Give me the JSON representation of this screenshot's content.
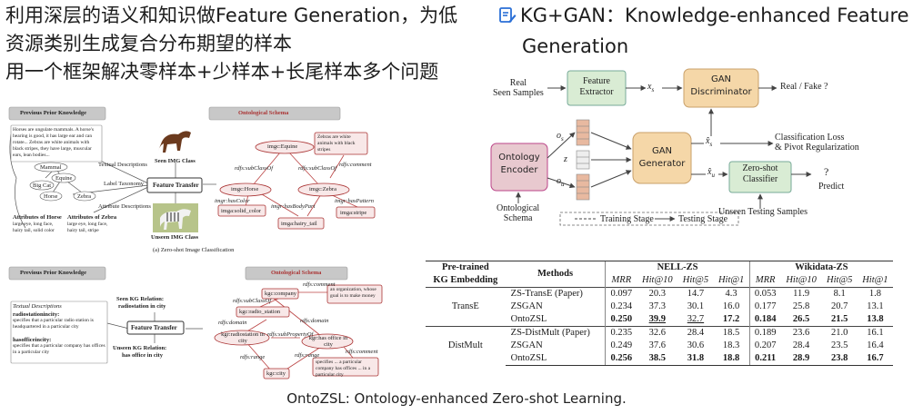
{
  "left_heading": {
    "line1": "利用深层的语义和知识做Feature Generation，为低",
    "line2": "资源类别生成复合分布期望的样本",
    "line3": "用一个框架解决零样本+少样本+长尾样本多个问题"
  },
  "right_heading": {
    "line1": "KG+GAN：Knowledge-enhanced Feature",
    "line2": "Generation"
  },
  "caption": "OntoZSL: Ontology-enhanced Zero-shot Learning.",
  "fig_top": {
    "prior_knowledge": "Previous Prior Knowledge",
    "ontological_schema": "Ontological Schema",
    "text_block": "Horses are ungulate mammals. A horse's hearing is good, it has large ear and can rotate... Zebras are white animals with black stripes, they have large, muscular ears, lean bodies...",
    "textual_descriptions": "Textual Descriptions",
    "label_taxonomy": "Label Taxonomy",
    "attribute_descriptions": "Attribute Descriptions",
    "node_mammal": "Mammal",
    "node_bigcat": "Big Cat",
    "node_equine": "Equine",
    "node_horse": "Horse",
    "node_zebra": "Zebra",
    "attr_horse_title": "Attributes of Horse",
    "attr_horse": "large eye, long face, hairy tail, solid color",
    "attr_zebra_title": "Attributes of Zebra",
    "attr_zebra": "large eye, long face, hairy tail, stripe",
    "seen_class": "Seen IMG Class",
    "unseen_class": "Unseen IMG Class",
    "feature_transfer": "Feature Transfer",
    "zebra_desc": "Zebras are white animals with black stripes",
    "o_equine": "imgc:Equine",
    "o_horse": "imgc:Horse",
    "o_zebra": "imgc:Zebra",
    "o_solid": "imga:solid_color",
    "o_hairy": "imga:hairy_tail",
    "o_stripe": "imga:stripe",
    "e_subclass1": "rdfs:subClassOf",
    "e_subclass2": "rdfs:subClassOf",
    "e_comment": "rdfs:comment",
    "e_hascolor": "imgr:hasColor",
    "e_hasbodypart": "imgr:hasBodyPart",
    "e_haspattern": "imgr:hasPattern",
    "sub_caption": "(a) Zero-shot Image Classification"
  },
  "fig_bottom": {
    "prior_knowledge": "Previous Prior Knowledge",
    "ontological_schema": "Ontological Schema",
    "textual_descriptions": "Textual Descriptions",
    "text1_title": "radiostationincity:",
    "text1": "specifies that a particular radio station is headquartered in a particular city",
    "text2_title": "hasofficeincity:",
    "text2": "specifies that a particular company has offices in a particular city",
    "seen_relation": "Seen KG Relation:",
    "seen_relation_value": "radiostation in city",
    "unseen_relation": "Unseen KG Relation:",
    "unseen_relation_value": "has office in city",
    "feature_transfer": "Feature Transfer",
    "o_company": "kgc:company",
    "o_radio": "kgc:radio_station",
    "o_radioincity": "kgr:radiostation in city",
    "o_hasoffice": "kgr:has office in city",
    "o_city": "kgc:city",
    "org_desc": "an organization, whose goal is to make money",
    "spec_desc": "specifies ... a particular company has offices ... in a particular city",
    "e_subclass": "rdfs:subClassOf",
    "e_comment1": "rdfs:comment",
    "e_comment2": "rdfs:comment",
    "e_domain1": "rdfs:domain",
    "e_domain2": "rdfs:domain",
    "e_range1": "rdfs:range",
    "e_range2": "rdfs:range",
    "e_subprop": "rdfs:subPropertyOf"
  },
  "gan_diagram": {
    "real_seen": "Real\nSeen Samples",
    "feature_extractor": "Feature\nExtractor",
    "xs": "x",
    "xs_sub": "s",
    "gan_discriminator": "GAN\nDiscriminator",
    "real_fake": "Real / Fake ?",
    "ontology_encoder": "Ontology\nEncoder",
    "ontological_schema": "Ontological\nSchema",
    "os": "o",
    "os_sub": "s",
    "ou": "o",
    "ou_sub": "u",
    "z": "z",
    "gan_generator": "GAN\nGenerator",
    "xhat_s": "x̂",
    "xhat_s_sub": "s",
    "xhat_u": "x̂",
    "xhat_u_sub": "u",
    "class_loss": "Classification Loss\n& Pivot Regularization",
    "zero_shot_classifier": "Zero-shot\nClassifier",
    "predict": "Predict",
    "question": "?",
    "unseen_testing": "Unseen Testing Samples",
    "training_stage": "Training Stage",
    "testing_stage": "Testing Stage"
  },
  "table": {
    "col_pretrained": "Pre-trained",
    "col_kg_embedding": "KG Embedding",
    "col_methods": "Methods",
    "group1": "NELL-ZS",
    "group2": "Wikidata-ZS",
    "metrics": [
      "MRR",
      "Hit@10",
      "Hit@5",
      "Hit@1",
      "MRR",
      "Hit@10",
      "Hit@5",
      "Hit@1"
    ],
    "rows": [
      {
        "embedding": "",
        "method": "ZS-TransE (Paper)",
        "vals": [
          "0.097",
          "20.3",
          "14.7",
          "4.3",
          "0.053",
          "11.9",
          "8.1",
          "1.8"
        ]
      },
      {
        "embedding": "TransE",
        "method": "ZSGAN",
        "vals": [
          "0.234",
          "37.3",
          "30.1",
          "16.0",
          "0.177",
          "25.8",
          "20.7",
          "13.1"
        ]
      },
      {
        "embedding": "",
        "method": "OntoZSL",
        "vals": [
          "0.250",
          "39.9",
          "32.7",
          "17.2",
          "0.184",
          "26.5",
          "21.5",
          "13.8"
        ]
      },
      {
        "embedding": "",
        "method": "ZS-DistMult (Paper)",
        "vals": [
          "0.235",
          "32.6",
          "28.4",
          "18.5",
          "0.189",
          "23.6",
          "21.0",
          "16.1"
        ]
      },
      {
        "embedding": "DistMult",
        "method": "ZSGAN",
        "vals": [
          "0.249",
          "37.6",
          "30.6",
          "18.3",
          "0.207",
          "28.4",
          "23.5",
          "16.4"
        ]
      },
      {
        "embedding": "",
        "method": "OntoZSL",
        "vals": [
          "0.256",
          "38.5",
          "31.8",
          "18.8",
          "0.211",
          "28.9",
          "23.8",
          "16.7"
        ]
      }
    ]
  },
  "colors": {
    "orange_box": "#f5d7a8",
    "green_box": "#d9ecd4",
    "pink_box": "#e8c9cf",
    "node_border": "#a33",
    "tab_bg": "#c8c8c8"
  }
}
